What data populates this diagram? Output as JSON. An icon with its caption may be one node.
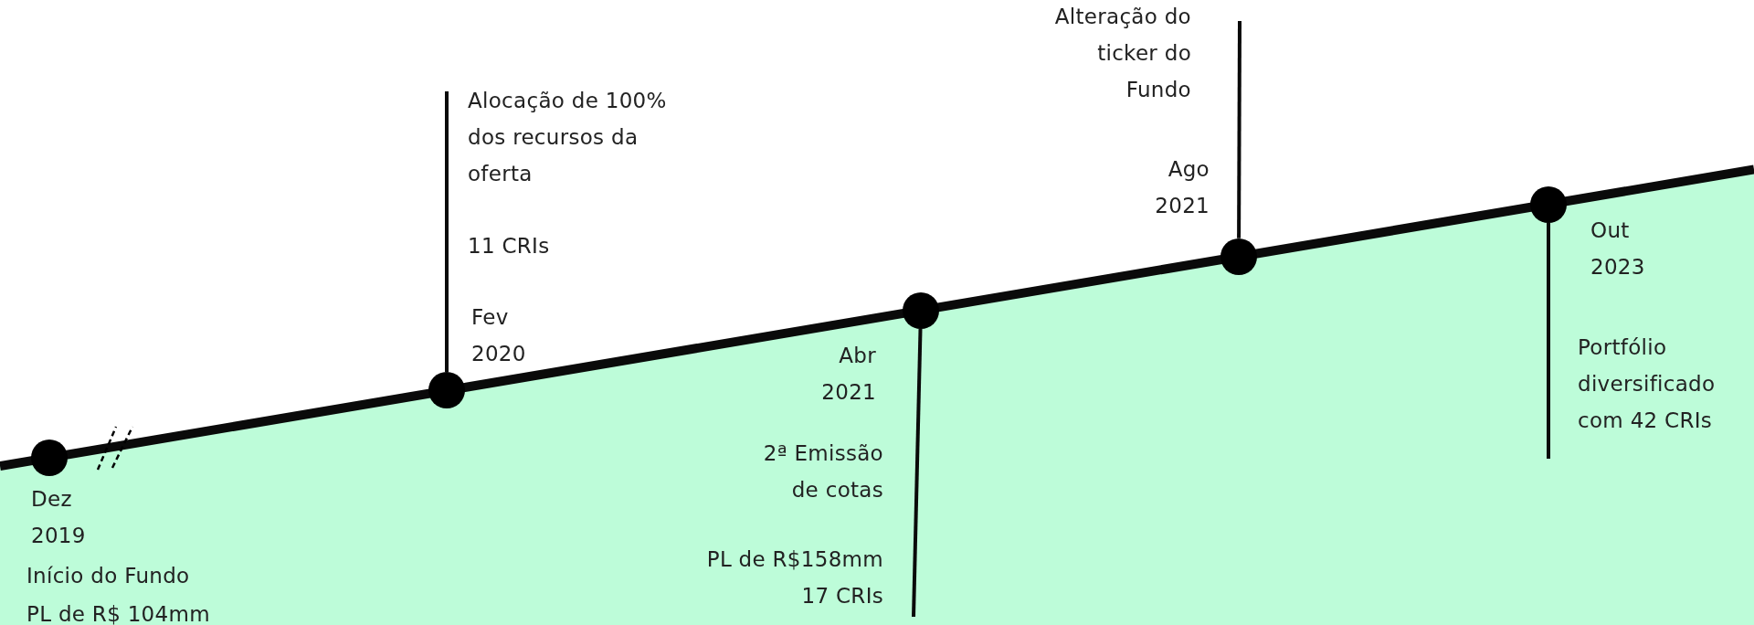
{
  "diagram": {
    "nodes": [
      {
        "text": [],
        "shape": "circle",
        "beside": [
          "Dez 2019",
          "Início do Fundo",
          "PL de R$ 104mm"
        ]
      },
      {
        "text": [],
        "shape": "circle",
        "beside": [
          "Alocação de 100% dos recursos da oferta",
          "11 CRIs",
          "Fev 2020"
        ]
      },
      {
        "text": [],
        "shape": "circle",
        "beside": [
          "Abr 2021",
          "2ª Emissão de cotas"
        ]
      },
      {
        "text": [],
        "shape": "circle",
        "beside": [
          "Ago 2021"
        ]
      },
      {
        "text": [],
        "shape": "circle",
        "beside": [
          "Out 2023",
          "Portfólio diversificado com 42 CRIs"
        ]
      }
    ],
    "edges": [
      {
        "from": 1,
        "to": null,
        "arrow": "none"
      },
      {
        "from": 2,
        "to": null,
        "arrow": "none"
      },
      {
        "from": 3,
        "to": null,
        "arrow": "none"
      },
      {
        "from": 4,
        "to": null,
        "arrow": "none"
      }
    ],
    "labels": [
      "Alteração do ticker do Fundo",
      "PL de R$158mm 17 CRIs"
    ]
  }
}
